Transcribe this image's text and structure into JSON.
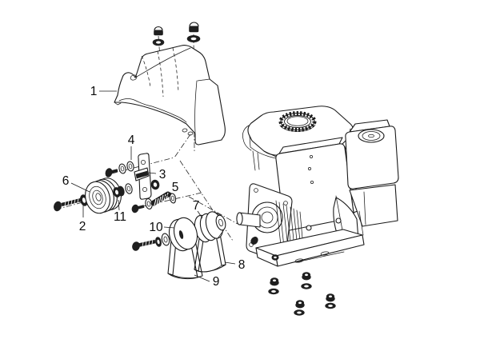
{
  "figure": {
    "background": "#ffffff",
    "line_color": "#1a1a1a",
    "callouts": [
      {
        "label": "1"
      },
      {
        "label": "2"
      },
      {
        "label": "3"
      },
      {
        "label": "4"
      },
      {
        "label": "5"
      },
      {
        "label": "6"
      },
      {
        "label": "7"
      },
      {
        "label": "8"
      },
      {
        "label": "9"
      },
      {
        "label": "10"
      },
      {
        "label": "11"
      }
    ]
  }
}
